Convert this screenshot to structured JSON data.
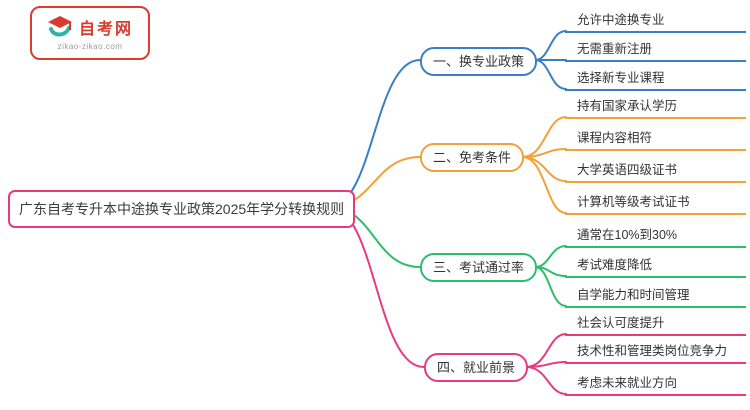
{
  "logo": {
    "name": "自考网",
    "domain": "zikao-zikao.com",
    "icon": "graduation-cap-icon",
    "border_color": "#dd3b2f",
    "cap_red": "#d93a2e",
    "cap_teal": "#2ab5a5"
  },
  "root": {
    "label": "广东自考专升本中途换专业政策2025年学分转换规则",
    "color": "#e8397f"
  },
  "branches": [
    {
      "label": "一、换专业政策",
      "color": "#3a7fc4",
      "children": [
        "允许中途换专业",
        "无需重新注册",
        "选择新专业课程"
      ]
    },
    {
      "label": "二、免考条件",
      "color": "#efa23b",
      "children": [
        "持有国家承认学历",
        "课程内容相符",
        "大学英语四级证书",
        "计算机等级考试证书"
      ]
    },
    {
      "label": "三、考试通过率",
      "color": "#2dbe6c",
      "children": [
        "通常在10%到30%",
        "考试难度降低",
        "自学能力和时间管理"
      ]
    },
    {
      "label": "四、就业前景",
      "color": "#e93a80",
      "children": [
        "社会认可度提升",
        "技术性和管理类岗位竞争力",
        "考虑未来就业方向"
      ]
    }
  ]
}
